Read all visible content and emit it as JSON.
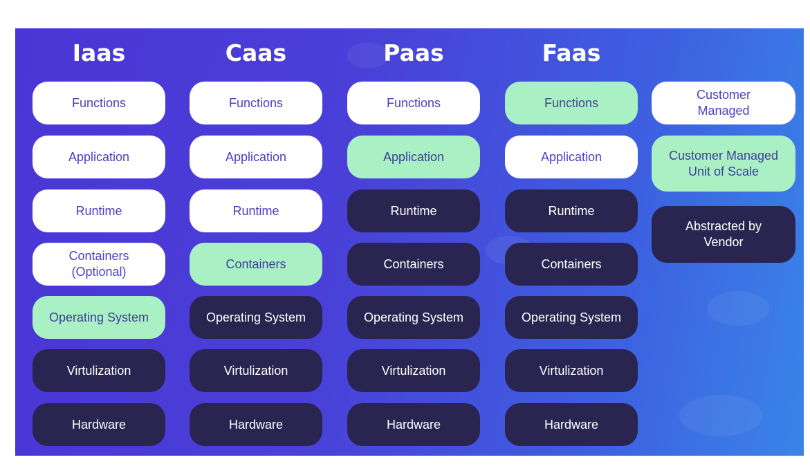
{
  "colors": {
    "customer_managed": "#ffffff",
    "unit_of_scale": "#a9f0c4",
    "abstracted": "#2a2450",
    "background": "#4a3fd8"
  },
  "columns": [
    {
      "title": "Iaas",
      "layers": [
        {
          "label": "Functions",
          "type": "customer"
        },
        {
          "label": "Application",
          "type": "customer"
        },
        {
          "label": "Runtime",
          "type": "customer"
        },
        {
          "label": "Containers\n(Optional)",
          "type": "customer"
        },
        {
          "label": "Operating System",
          "type": "scale"
        },
        {
          "label": "Virtulization",
          "type": "vendor"
        },
        {
          "label": "Hardware",
          "type": "vendor"
        }
      ]
    },
    {
      "title": "Caas",
      "layers": [
        {
          "label": "Functions",
          "type": "customer"
        },
        {
          "label": "Application",
          "type": "customer"
        },
        {
          "label": "Runtime",
          "type": "customer"
        },
        {
          "label": "Containers",
          "type": "scale"
        },
        {
          "label": "Operating System",
          "type": "vendor"
        },
        {
          "label": "Virtulization",
          "type": "vendor"
        },
        {
          "label": "Hardware",
          "type": "vendor"
        }
      ]
    },
    {
      "title": "Paas",
      "layers": [
        {
          "label": "Functions",
          "type": "customer"
        },
        {
          "label": "Application",
          "type": "scale"
        },
        {
          "label": "Runtime",
          "type": "vendor"
        },
        {
          "label": "Containers",
          "type": "vendor"
        },
        {
          "label": "Operating System",
          "type": "vendor"
        },
        {
          "label": "Virtulization",
          "type": "vendor"
        },
        {
          "label": "Hardware",
          "type": "vendor"
        }
      ]
    },
    {
      "title": "Faas",
      "layers": [
        {
          "label": "Functions",
          "type": "scale"
        },
        {
          "label": "Application",
          "type": "customer"
        },
        {
          "label": "Runtime",
          "type": "vendor"
        },
        {
          "label": "Containers",
          "type": "vendor"
        },
        {
          "label": "Operating System",
          "type": "vendor"
        },
        {
          "label": "Virtulization",
          "type": "vendor"
        },
        {
          "label": "Hardware",
          "type": "vendor"
        }
      ]
    }
  ],
  "legend": [
    {
      "label": "Customer\nManaged",
      "type": "customer"
    },
    {
      "label": "Customer Managed\nUnit of Scale",
      "type": "scale"
    },
    {
      "label": "Abstracted by\nVendor",
      "type": "vendor"
    }
  ]
}
